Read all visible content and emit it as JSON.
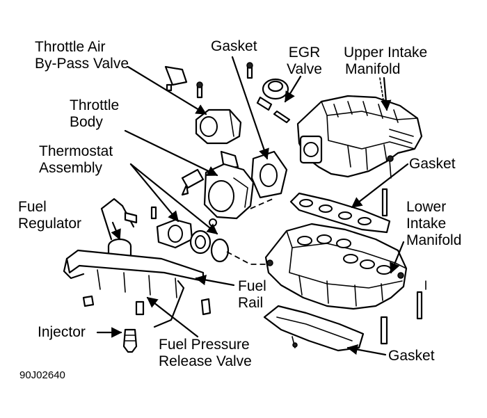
{
  "labels": {
    "throttle_air_bypass_valve": [
      "Throttle Air",
      "By-Pass Valve"
    ],
    "gasket_top": "Gasket",
    "egr_valve": [
      "EGR",
      "Valve"
    ],
    "upper_intake_manifold": [
      "Upper Intake",
      "Manifold"
    ],
    "throttle_body": [
      "Throttle",
      "Body"
    ],
    "thermostat_assembly": [
      "Thermostat",
      "Assembly"
    ],
    "gasket_right": "Gasket",
    "fuel_regulator": [
      "Fuel",
      "Regulator"
    ],
    "lower_intake_manifold": [
      "Lower",
      "Intake",
      "Manifold"
    ],
    "fuel_rail": [
      "Fuel",
      "Rail"
    ],
    "injector": "Injector",
    "fuel_pressure_release_valve": [
      "Fuel Pressure",
      "Release Valve"
    ],
    "gasket_bottom": "Gasket"
  },
  "figure_code": "90J02640"
}
